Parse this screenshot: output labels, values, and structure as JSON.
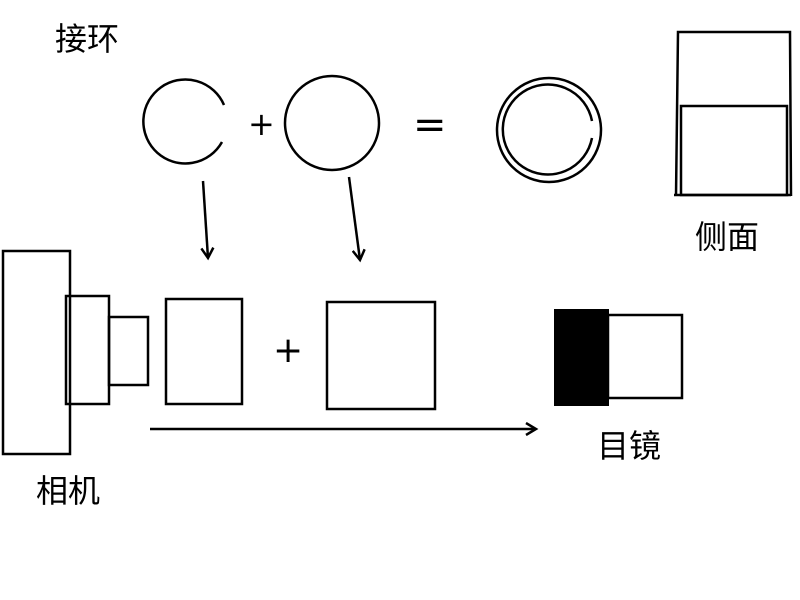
{
  "labels": {
    "adapter_ring": "接环",
    "side_view": "侧面",
    "camera": "相机",
    "eyepiece": "目镜"
  },
  "operators": {
    "plus_top": "+",
    "equals_top": "=",
    "plus_bottom": "+"
  },
  "colors": {
    "ink": "#000000",
    "background": "#ffffff"
  }
}
